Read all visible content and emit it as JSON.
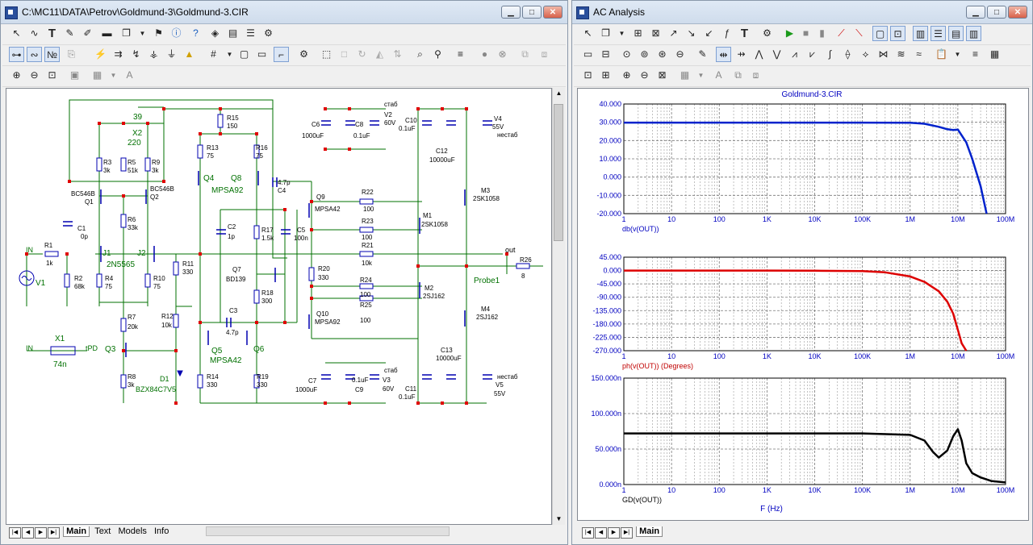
{
  "left_window": {
    "title": "C:\\MC11\\DATA\\Petrov\\Goldmund-3\\Goldmund-3.CIR",
    "tabs": [
      "Main",
      "Text",
      "Models",
      "Info"
    ]
  },
  "right_window": {
    "title": "AC Analysis",
    "tabs": [
      "Main"
    ]
  },
  "schematic": {
    "labels": {
      "X2": "X2",
      "X2v": "220",
      "n39": "39",
      "R15": "R15",
      "R15v": "150",
      "R13": "R13",
      "R13v": "75",
      "R16": "R16",
      "R16v": "75",
      "Q4": "Q4",
      "Q8": "Q8",
      "MPSA92": "MPSA92",
      "C4v": "4.7p",
      "C4": "C4",
      "R3": "R3",
      "R3v": "3k",
      "R5": "R5",
      "R5v": "51k",
      "R9": "R9",
      "R9v": "3k",
      "BC546B_1": "BC546B",
      "Q1": "Q1",
      "BC546B_2": "BC546B",
      "Q2": "Q2",
      "R6": "R6",
      "R6v": "33k",
      "C1": "C1",
      "C1v": "0p",
      "R1": "R1",
      "R1v": "1k",
      "IN1": "IN",
      "V1": "V1",
      "R2": "R2",
      "R2v": "68k",
      "J1": "J1",
      "J2": "J2",
      "J2N": "2N5565",
      "R4": "R4",
      "R4v": "75",
      "R10": "R10",
      "R10v": "75",
      "R11": "R11",
      "R11v": "330",
      "C2": "C2",
      "C2v": "1p",
      "R17": "R17",
      "R17v": "1.5k",
      "Q7": "Q7",
      "BD139": "BD139",
      "R18": "R18",
      "R18v": "300",
      "C5": "C5",
      "C5v": "100n",
      "Q9": "Q9",
      "MPSA42": "MPSA42",
      "R22": "R22",
      "R22v": "100",
      "R23": "R23",
      "R23v": "100",
      "R21": "R21",
      "R21v": "10k",
      "M1": "M1",
      "M1t": "2SK1058",
      "M3": "M3",
      "M3t": "2SK1058",
      "R20": "R20",
      "R20v": "330",
      "R24": "R24",
      "R24v": "100",
      "R25": "R25",
      "R25v": "100",
      "M2": "M2",
      "M2t": "2SJ162",
      "M4": "M4",
      "M4t": "2SJ162",
      "Q10": "Q10",
      "MPSA92b": "MPSA92",
      "out": "out",
      "R26": "R26",
      "R26v": "8",
      "Probe1": "Probe1",
      "C6": "C6",
      "C6v": "1000uF",
      "C8": "C8",
      "C8v": "0.1uF",
      "V2": "V2",
      "V2v": "60V",
      "stab1": "стаб",
      "C10": "C10",
      "C10v": "0.1uF",
      "C12": "C12",
      "C12v": "10000uF",
      "V4": "V4",
      "V4v": "55V",
      "nestab1": "нестаб",
      "C7": "C7",
      "C7v": "1000uF",
      "C9": "C9",
      "C9v": "0.1uF",
      "V3": "V3",
      "V3v": "60V",
      "stab2": "стаб",
      "C11": "C11",
      "C11v": "0.1uF",
      "C13": "C13",
      "C13v": "10000uF",
      "V5": "V5",
      "V5v": "55V",
      "nestab2": "нестаб",
      "R7": "R7",
      "R7v": "20k",
      "R12": "R12",
      "R12v": "10k",
      "C3": "C3",
      "C3v": "4.7p",
      "Q5": "Q5",
      "MPSA42b": "MPSA42",
      "Q6": "Q6",
      "Q3": "Q3",
      "R8": "R8",
      "R8v": "3k",
      "R14": "R14",
      "R14v": "330",
      "R19": "R19",
      "R19v": "330",
      "X1": "X1",
      "X1v": "74n",
      "IN2": "IN",
      "tPD": "tPD",
      "D1": "D1",
      "BZX": "BZX84C7V5"
    }
  },
  "plot": {
    "title": "Goldmund-3.CIR",
    "x_axis_label": "F (Hz)",
    "x_ticks": [
      "1",
      "10",
      "100",
      "1K",
      "10K",
      "100K",
      "1M",
      "10M",
      "100M"
    ]
  },
  "chart_data": [
    {
      "type": "line",
      "ylabel": "db(v(OUT))",
      "x_scale": "log",
      "xlim": [
        1,
        100000000
      ],
      "ylim": [
        -20,
        40
      ],
      "y_ticks": [
        "40.000",
        "30.000",
        "20.000",
        "10.000",
        "0.000",
        "-10.000",
        "-20.000"
      ],
      "color": "#0022cc",
      "series": [
        {
          "x": [
            1,
            10,
            100,
            1000,
            10000,
            100000,
            1000000,
            2000000,
            4000000,
            6000000,
            8000000,
            10000000,
            15000000,
            20000000,
            30000000,
            40000000
          ],
          "y": [
            29.8,
            29.8,
            29.8,
            29.8,
            29.8,
            29.8,
            29.7,
            29.2,
            27.5,
            26.2,
            25.8,
            26.0,
            19.0,
            10.0,
            -5.0,
            -20.0
          ]
        }
      ]
    },
    {
      "type": "line",
      "ylabel": "ph(v(OUT)) (Degrees)",
      "x_scale": "log",
      "xlim": [
        1,
        100000000
      ],
      "ylim": [
        -270,
        45
      ],
      "y_ticks": [
        "45.000",
        "0.000",
        "-45.000",
        "-90.000",
        "-135.000",
        "-180.000",
        "-225.000",
        "-270.000"
      ],
      "color": "#dd0000",
      "series": [
        {
          "x": [
            1,
            1000,
            10000,
            100000,
            300000,
            1000000,
            2000000,
            4000000,
            6000000,
            8000000,
            10000000,
            12000000,
            15000000
          ],
          "y": [
            0,
            0,
            -0.5,
            -2,
            -6,
            -20,
            -38,
            -70,
            -105,
            -145,
            -200,
            -245,
            -270
          ]
        }
      ]
    },
    {
      "type": "line",
      "ylabel": "GD(v(OUT))",
      "xlabel": "F (Hz)",
      "x_scale": "log",
      "xlim": [
        1,
        100000000
      ],
      "ylim": [
        0,
        150
      ],
      "y_ticks": [
        "150.000n",
        "100.000n",
        "50.000n",
        "0.000n"
      ],
      "color": "#000000",
      "series": [
        {
          "x": [
            1,
            10000,
            100000,
            1000000,
            2000000,
            3000000,
            4000000,
            6000000,
            8000000,
            10000000,
            12000000,
            15000000,
            20000000,
            30000000,
            50000000,
            100000000
          ],
          "y": [
            72,
            72,
            72,
            70,
            62,
            46,
            38,
            48,
            68,
            78,
            62,
            30,
            16,
            10,
            5,
            3
          ]
        }
      ]
    }
  ],
  "colors": {
    "wire": "#007000",
    "node": "#e00000",
    "component": "#0000b0",
    "label": "#000000"
  }
}
